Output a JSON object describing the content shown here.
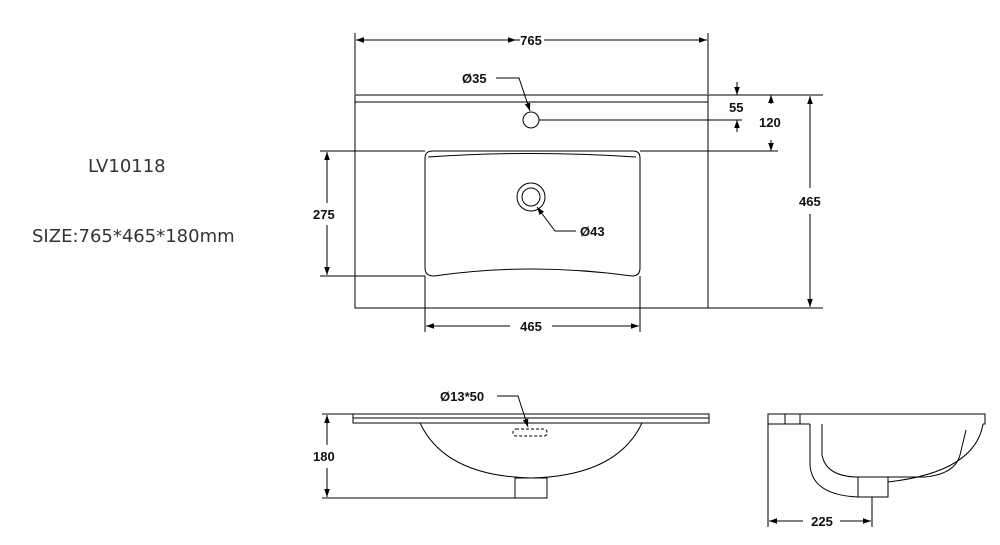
{
  "product": {
    "model": "LV10118",
    "size": "SIZE:765*465*180mm"
  },
  "dimensions": {
    "overall_width": "765",
    "hole_diameter": "Ø35",
    "hole_offset": "55",
    "bowl_offset": "120",
    "overall_depth": "465",
    "bowl_depth": "275",
    "drain_diameter": "Ø43",
    "bowl_width": "465",
    "overflow": "Ø13*50",
    "height": "180",
    "side_depth": "225"
  }
}
